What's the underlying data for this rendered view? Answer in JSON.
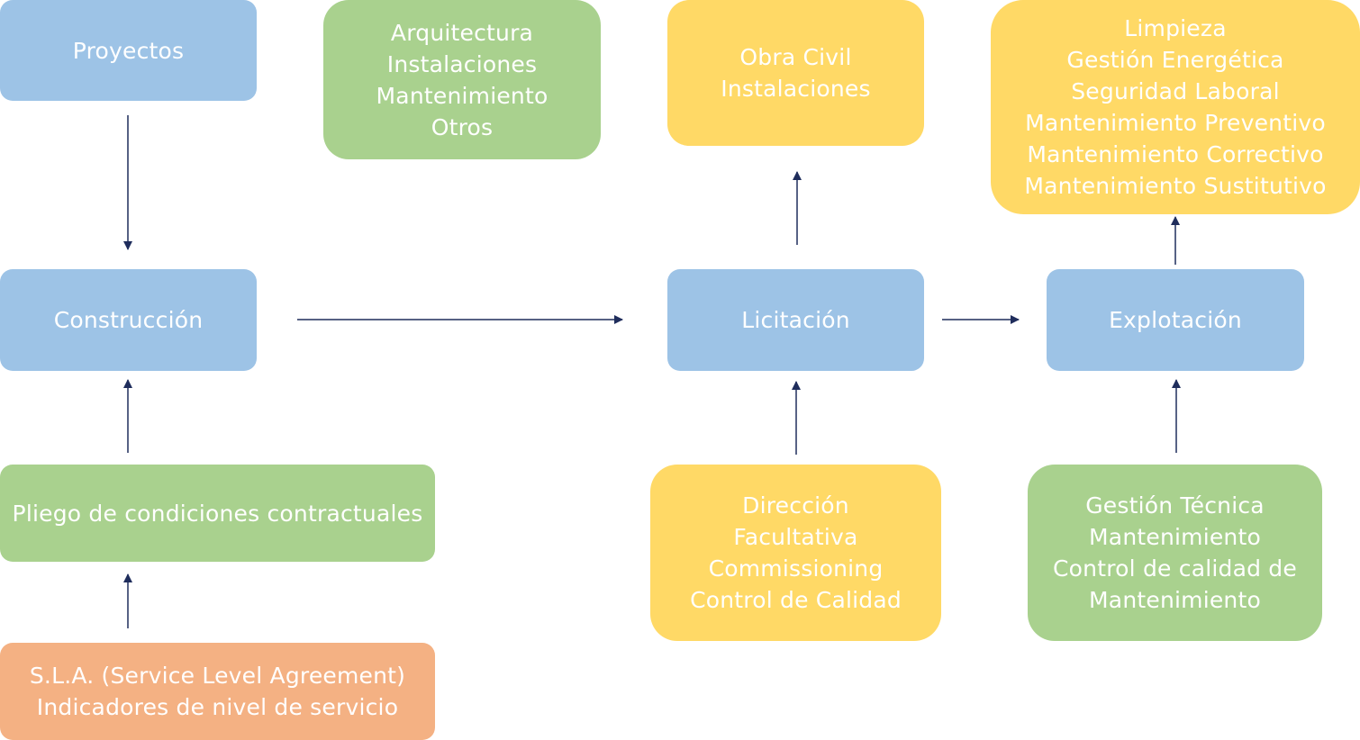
{
  "nodes": {
    "proyectos": {
      "lines": [
        "Proyectos"
      ],
      "color": "#9dc3e6"
    },
    "arquitectura": {
      "lines": [
        "Arquitectura",
        "Instalaciones",
        "Mantenimiento",
        "Otros"
      ],
      "color": "#a9d18e"
    },
    "obra_civil": {
      "lines": [
        "Obra Civil",
        "Instalaciones"
      ],
      "color": "#ffd966"
    },
    "limpieza": {
      "lines": [
        "Limpieza",
        "Gestión Energética",
        "Seguridad Laboral",
        "Mantenimiento Preventivo",
        "Mantenimiento Correctivo",
        "Mantenimiento Sustitutivo"
      ],
      "color": "#ffd966"
    },
    "construccion": {
      "lines": [
        "Construcción"
      ],
      "color": "#9dc3e6"
    },
    "licitacion": {
      "lines": [
        "Licitación"
      ],
      "color": "#9dc3e6"
    },
    "explotacion": {
      "lines": [
        "Explotación"
      ],
      "color": "#9dc3e6"
    },
    "pliego": {
      "lines": [
        "Pliego de condiciones contractuales"
      ],
      "color": "#a9d18e"
    },
    "sla": {
      "lines": [
        "S.L.A. (Service Level Agreement)",
        "Indicadores de nivel de servicio"
      ],
      "color": "#f4b183"
    },
    "direccion": {
      "lines": [
        "Dirección",
        "Facultativa",
        "Commissioning",
        "Control de Calidad"
      ],
      "color": "#ffd966"
    },
    "gestion_tecnica": {
      "lines": [
        "Gestión Técnica",
        "Mantenimiento",
        "Control de calidad de",
        "Mantenimiento"
      ],
      "color": "#a9d18e"
    }
  },
  "edges": [
    {
      "from": "proyectos",
      "to": "construccion"
    },
    {
      "from": "pliego",
      "to": "construccion"
    },
    {
      "from": "sla",
      "to": "pliego"
    },
    {
      "from": "construccion",
      "to": "licitacion"
    },
    {
      "from": "licitacion",
      "to": "obra_civil"
    },
    {
      "from": "direccion",
      "to": "licitacion"
    },
    {
      "from": "licitacion",
      "to": "explotacion"
    },
    {
      "from": "explotacion",
      "to": "limpieza"
    },
    {
      "from": "gestion_tecnica",
      "to": "explotacion"
    }
  ],
  "arrow_color": "#1f2d5c"
}
